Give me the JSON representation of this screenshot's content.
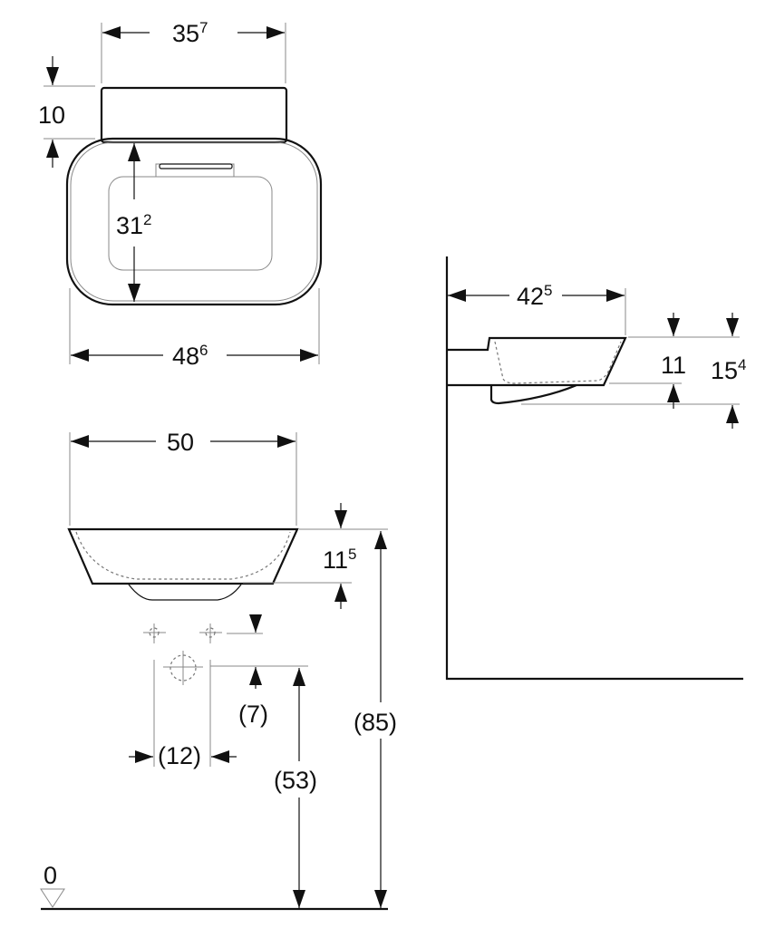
{
  "title": "Washbasin dimension drawing",
  "colors": {
    "line": "#111111",
    "hidden_line": "#777777",
    "background": "#ffffff"
  },
  "top_view": {
    "back_width": {
      "main": "35",
      "sup": "7"
    },
    "back_depth": {
      "main": "10"
    },
    "bowl_depth": {
      "main": "31",
      "sup": "2"
    },
    "total_width": {
      "main": "48",
      "sup": "6"
    }
  },
  "front_view": {
    "width": {
      "main": "50"
    },
    "basin_height": {
      "main": "11",
      "sup": "5"
    },
    "rim_height": {
      "main": "(85)"
    },
    "supply_offset": {
      "main": "(7)"
    },
    "supply_spacing": {
      "main": "(12)"
    },
    "drain_height": {
      "main": "(53)"
    },
    "floor_level": {
      "main": "0"
    }
  },
  "side_view": {
    "projection": {
      "main": "42",
      "sup": "5"
    },
    "basin_height": {
      "main": "11"
    },
    "total_height": {
      "main": "15",
      "sup": "4"
    }
  }
}
